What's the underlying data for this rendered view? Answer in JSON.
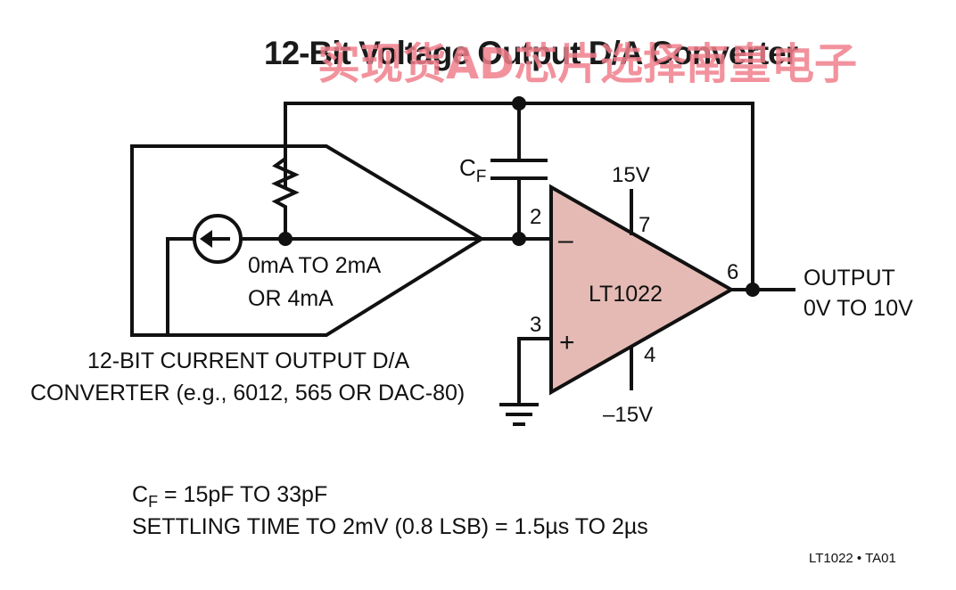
{
  "diagram": {
    "title": "12-Bit Voltage Output D/A Converter",
    "watermark": "实现货AD芯片选择南皇电子",
    "dac_label_line1": "12-BIT CURRENT OUTPUT D/A",
    "dac_label_line2": "CONVERTER (e.g., 6012, 565 OR DAC-80)",
    "current_source_line1": "0mA TO 2mA",
    "current_source_line2": "OR 4mA",
    "cf_label": "C",
    "cf_sub": "F",
    "opamp_label": "LT1022",
    "pin_2": "2",
    "pin_3": "3",
    "pin_4": "4",
    "pin_6": "6",
    "pin_7": "7",
    "minus_sign": "–",
    "plus_sign": "+",
    "supply_pos": "15V",
    "supply_neg": "–15V",
    "output_line1": "OUTPUT",
    "output_line2": "0V TO 10V",
    "note_cf_prefix": "C",
    "note_cf_sub": "F",
    "note_cf_rest": " = 15pF TO 33pF",
    "note_settling": "SETTLING TIME TO 2mV (0.8 LSB) = 1.5µs TO 2µs",
    "figure_id": "LT1022 • TA01",
    "colors": {
      "opamp_fill": "#e5bab4",
      "wire": "#111111",
      "watermark": "#f07f8c"
    }
  }
}
